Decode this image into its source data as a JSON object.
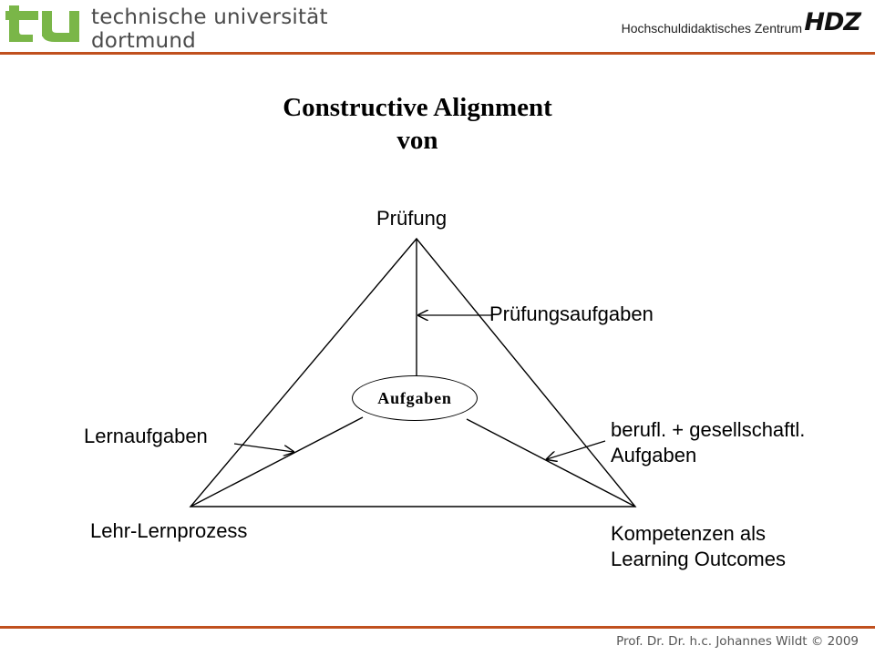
{
  "header": {
    "university_line1": "technische universität",
    "university_line2": "dortmund",
    "center_name": "Hochschuldidaktisches Zentrum",
    "center_logo": "HDZ",
    "logo_color": "#7ab648",
    "rule_color": "#c0501e"
  },
  "slide": {
    "title_line1": "Constructive Alignment",
    "title_line2": "von"
  },
  "diagram": {
    "top_vertex": "Prüfung",
    "left_vertex": "Lehr-Lernprozess",
    "right_vertex_line1": "Kompetenzen als",
    "right_vertex_line2": "Learning Outcomes",
    "center": "Aufgaben",
    "arrow_top": "Prüfungsaufgaben",
    "arrow_left": "Lernaufgaben",
    "arrow_right_line1": "berufl. + gesellschaftl.",
    "arrow_right_line2": "Aufgaben"
  },
  "footer": {
    "credit": "Prof. Dr. Dr. h.c. Johannes Wildt © 2009"
  }
}
